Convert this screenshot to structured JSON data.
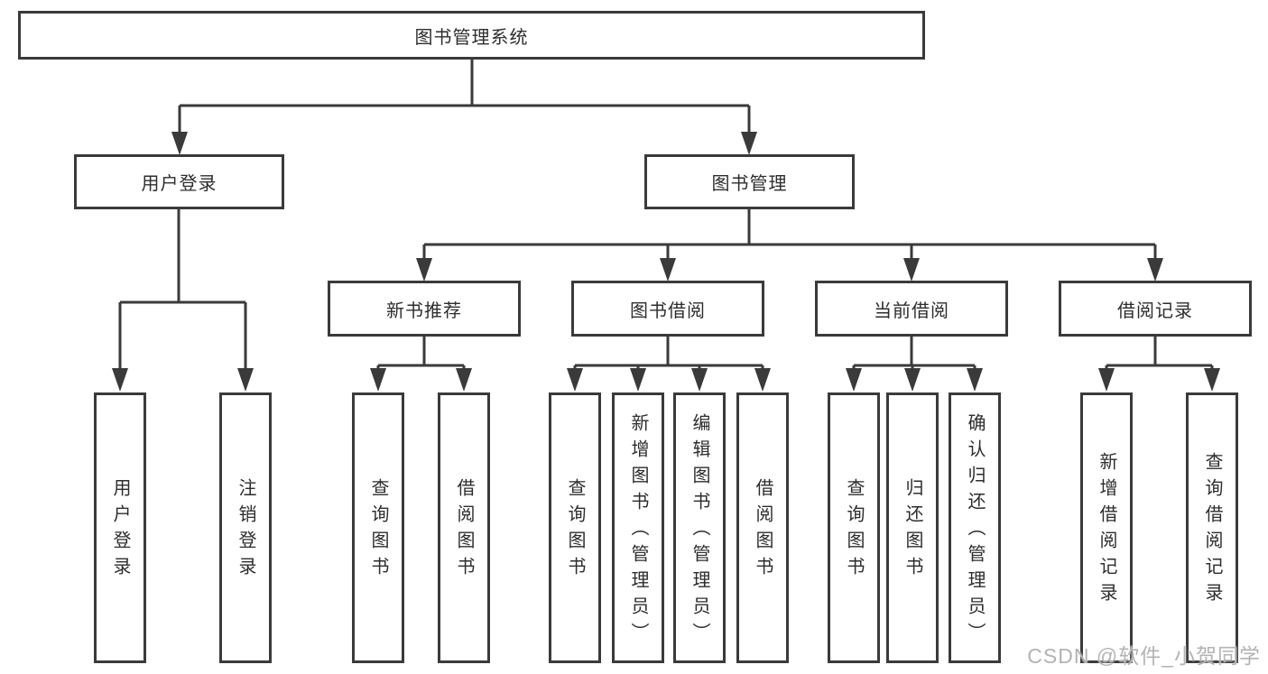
{
  "tree": {
    "root": {
      "label": "图书管理系统"
    },
    "branches": [
      {
        "label": "用户登录",
        "children": [
          {
            "label": "用户登录"
          },
          {
            "label": "注销登录"
          }
        ]
      },
      {
        "label": "图书管理",
        "children": [
          {
            "label": "新书推荐",
            "children": [
              {
                "label": "查询图书"
              },
              {
                "label": "借阅图书"
              }
            ]
          },
          {
            "label": "图书借阅",
            "children": [
              {
                "label": "查询图书"
              },
              {
                "label": "新增图书（管理员）"
              },
              {
                "label": "编辑图书（管理员）"
              },
              {
                "label": "借阅图书"
              }
            ]
          },
          {
            "label": "当前借阅",
            "children": [
              {
                "label": "查询图书"
              },
              {
                "label": "归还图书"
              },
              {
                "label": "确认归还（管理员）"
              }
            ]
          },
          {
            "label": "借阅记录",
            "children": [
              {
                "label": "新增借阅记录"
              },
              {
                "label": "查询借阅记录"
              }
            ]
          }
        ]
      }
    ]
  },
  "watermark": "CSDN @软件_小贺同学",
  "colors": {
    "line": "#3a3a3a",
    "text": "#2d2d2d",
    "watermark": "#b3b3b3",
    "background": "#ffffff"
  }
}
